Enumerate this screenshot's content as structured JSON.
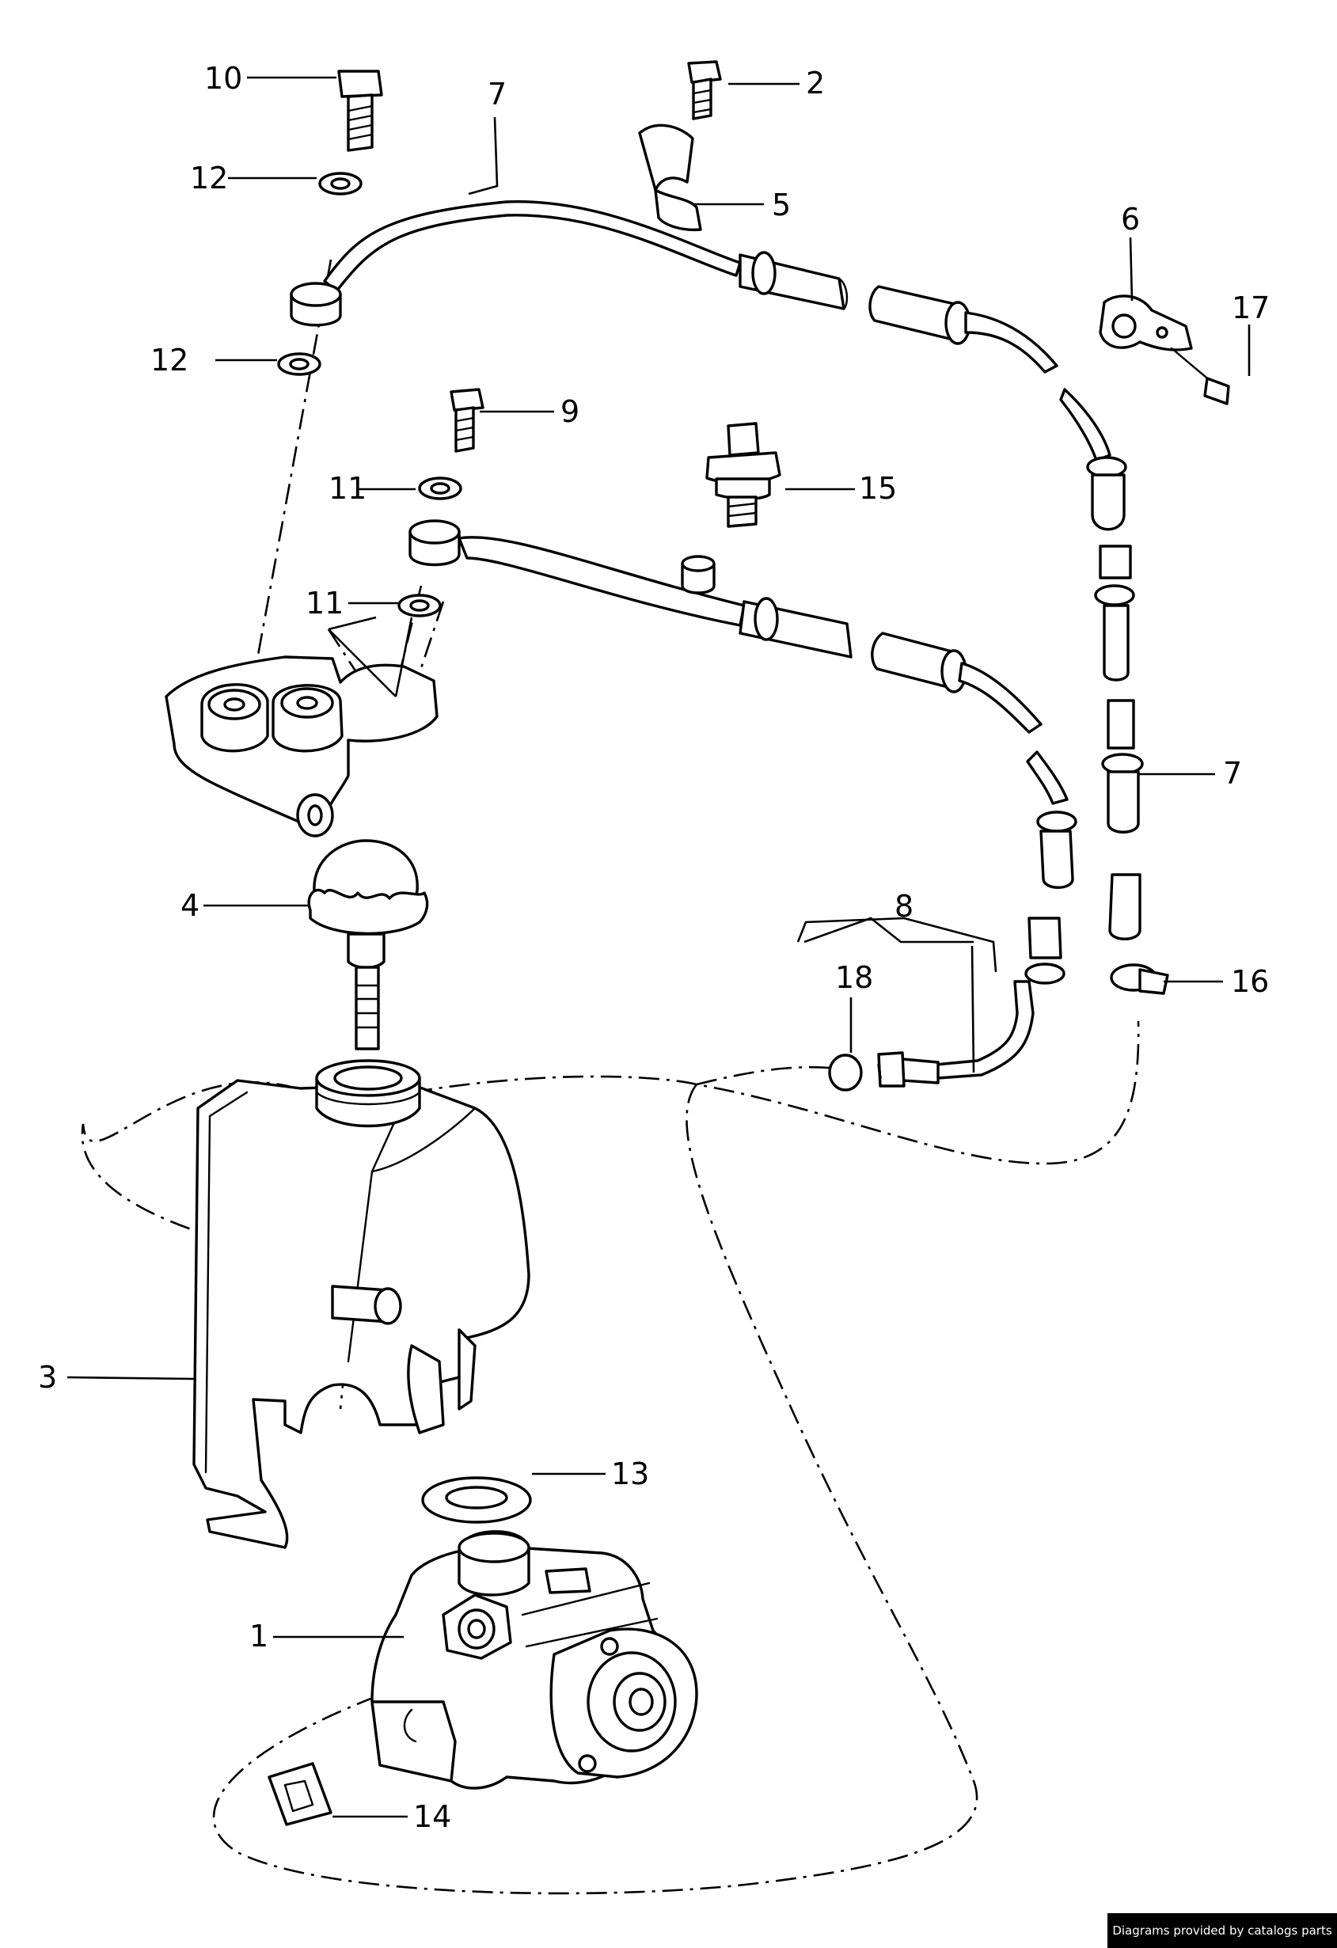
{
  "callouts": [
    "1",
    "2",
    "3",
    "4",
    "5",
    "6",
    "7",
    "7",
    "8",
    "9",
    "10",
    "11",
    "11",
    "12",
    "12",
    "13",
    "14",
    "15",
    "16",
    "17",
    "18"
  ],
  "credit": "Diagrams provided by catalogs parts"
}
